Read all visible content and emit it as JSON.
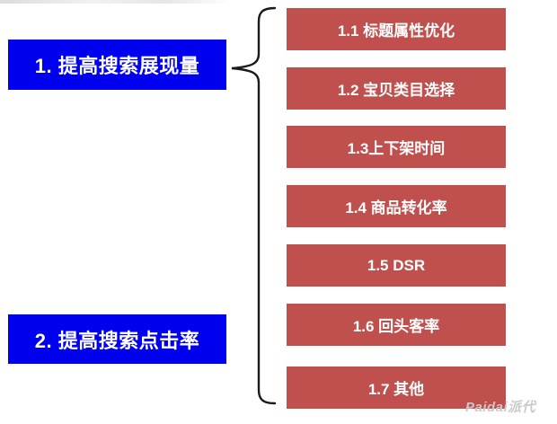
{
  "categories": [
    {
      "label": "1. 提高搜索展现量"
    },
    {
      "label": "2. 提高搜索点击率"
    }
  ],
  "items": [
    {
      "label": "1.1 标题属性优化"
    },
    {
      "label": "1.2 宝贝类目选择"
    },
    {
      "label": "1.3上下架时间"
    },
    {
      "label": "1.4 商品转化率"
    },
    {
      "label": "1.5 DSR"
    },
    {
      "label": "1.6 回头客率"
    },
    {
      "label": "1.7 其他"
    }
  ],
  "watermark": "Paidai派代",
  "colors": {
    "category_fill": "#0000ee",
    "item_fill": "#c0504d",
    "brace_stroke": "#1a1a1a"
  }
}
